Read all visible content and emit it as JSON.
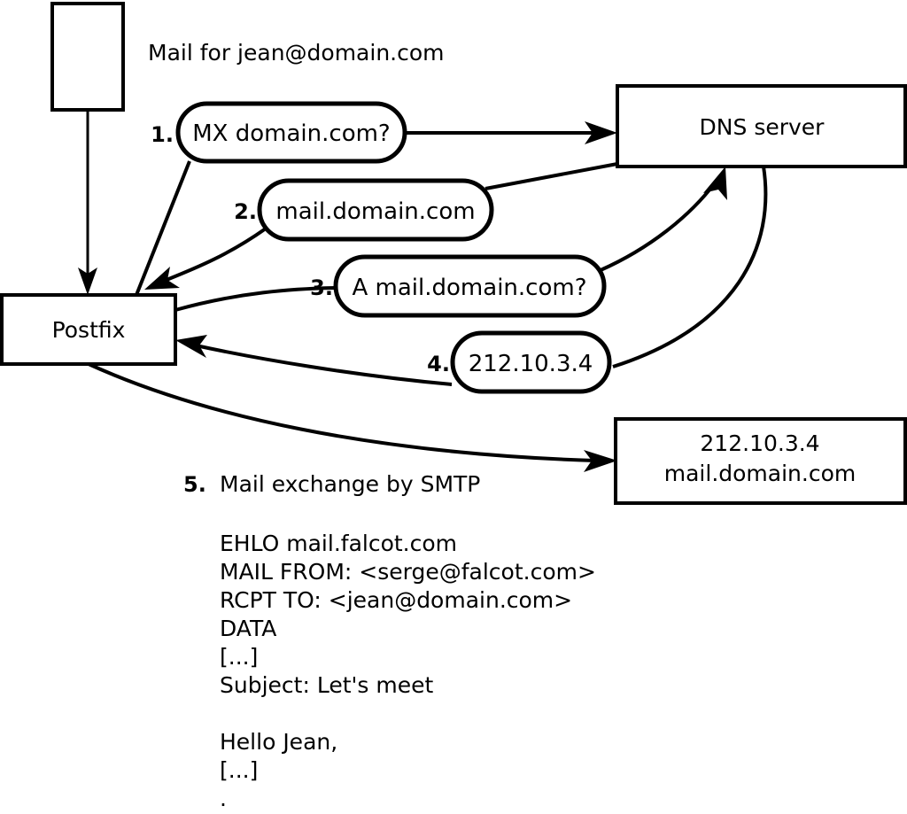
{
  "diagram": {
    "title_label": "Mail for jean@domain.com",
    "nodes": [
      {
        "id": "client",
        "label": ""
      },
      {
        "id": "postfix",
        "label": "Postfix"
      },
      {
        "id": "dns",
        "label": "DNS server"
      },
      {
        "id": "remote",
        "line1": "212.10.3.4",
        "line2": "mail.domain.com"
      }
    ],
    "steps": [
      {
        "number": "1.",
        "text": "MX domain.com?"
      },
      {
        "number": "2.",
        "text": "mail.domain.com"
      },
      {
        "number": "3.",
        "text": "A mail.domain.com?"
      },
      {
        "number": "4.",
        "text": "212.10.3.4"
      }
    ],
    "smtp_step": {
      "number": "5.",
      "text": "Mail exchange by SMTP"
    },
    "transcript": [
      "EHLO mail.falcot.com",
      "MAIL FROM: <serge@falcot.com>",
      "RCPT TO: <jean@domain.com>",
      "DATA",
      "[...]",
      "Subject: Let's meet",
      "",
      "Hello Jean,",
      "[...]",
      "",
      "."
    ],
    "colors": {
      "stroke": "#000000",
      "fill": "#ffffff"
    }
  }
}
